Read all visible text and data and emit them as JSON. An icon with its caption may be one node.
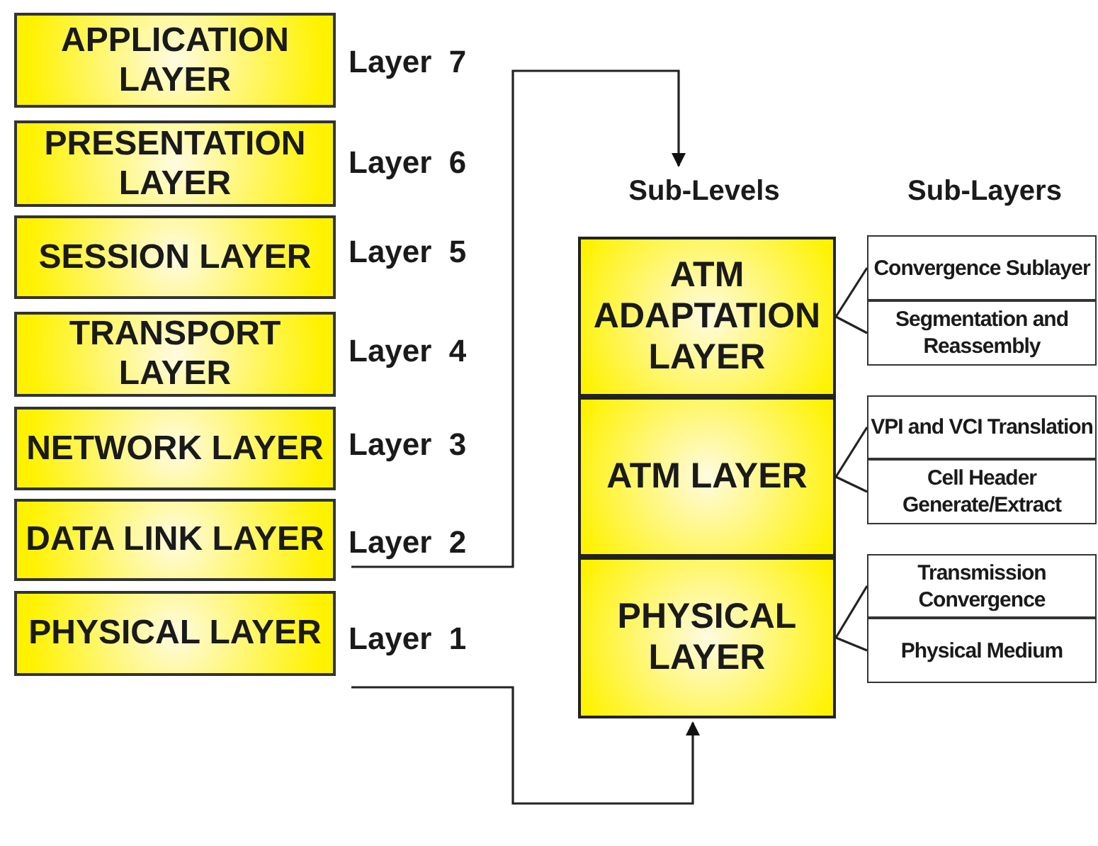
{
  "diagram": {
    "nodes": [
      {
        "text": [
          "APPLICATION LAYER"
        ]
      },
      {
        "text": [
          "PRESENTATION LAYER"
        ]
      },
      {
        "text": [
          "SESSION LAYER"
        ]
      },
      {
        "text": [
          "TRANSPORT LAYER"
        ]
      },
      {
        "text": [
          "NETWORK LAYER"
        ]
      },
      {
        "text": [
          "DATA LINK LAYER"
        ]
      },
      {
        "text": [
          "PHYSICAL LAYER"
        ]
      },
      {
        "text": [
          "Layer  7"
        ]
      },
      {
        "text": [
          "Layer  6"
        ]
      },
      {
        "text": [
          "Layer  5"
        ]
      },
      {
        "text": [
          "Layer  4"
        ]
      },
      {
        "text": [
          "Layer  3"
        ]
      },
      {
        "text": [
          "Layer  2"
        ]
      },
      {
        "text": [
          "Layer  1"
        ]
      },
      {
        "text": [
          "Sub-Levels"
        ]
      },
      {
        "text": [
          "ATM ADAPTATION LAYER"
        ]
      },
      {
        "text": [
          "ATM LAYER"
        ]
      },
      {
        "text": [
          "PHYSICAL LAYER"
        ]
      },
      {
        "text": [
          "Convergence Sublayer"
        ]
      },
      {
        "text": [
          "Segmentation and Reassembly"
        ]
      },
      {
        "text": [
          "VPI and VCI Translation"
        ]
      },
      {
        "text": [
          "Cell Header Generate/Extract"
        ]
      },
      {
        "text": [
          "Transmission Convergence"
        ]
      },
      {
        "text": [
          "Physical Medium"
        ]
      }
    ],
    "edges": [
      {
        "from": 12,
        "to": 14,
        "arrow": "to"
      },
      {
        "from": 13,
        "to": 17,
        "arrow": "to"
      },
      {
        "from": 15,
        "to": 18,
        "arrow": "none"
      },
      {
        "from": 15,
        "to": 19,
        "arrow": "none"
      },
      {
        "from": 16,
        "to": 20,
        "arrow": "none"
      },
      {
        "from": 16,
        "to": 21,
        "arrow": "none"
      },
      {
        "from": 17,
        "to": 22,
        "arrow": "none"
      },
      {
        "from": 17,
        "to": 23,
        "arrow": "none"
      }
    ],
    "labels": [
      "Sub-Layers"
    ]
  }
}
